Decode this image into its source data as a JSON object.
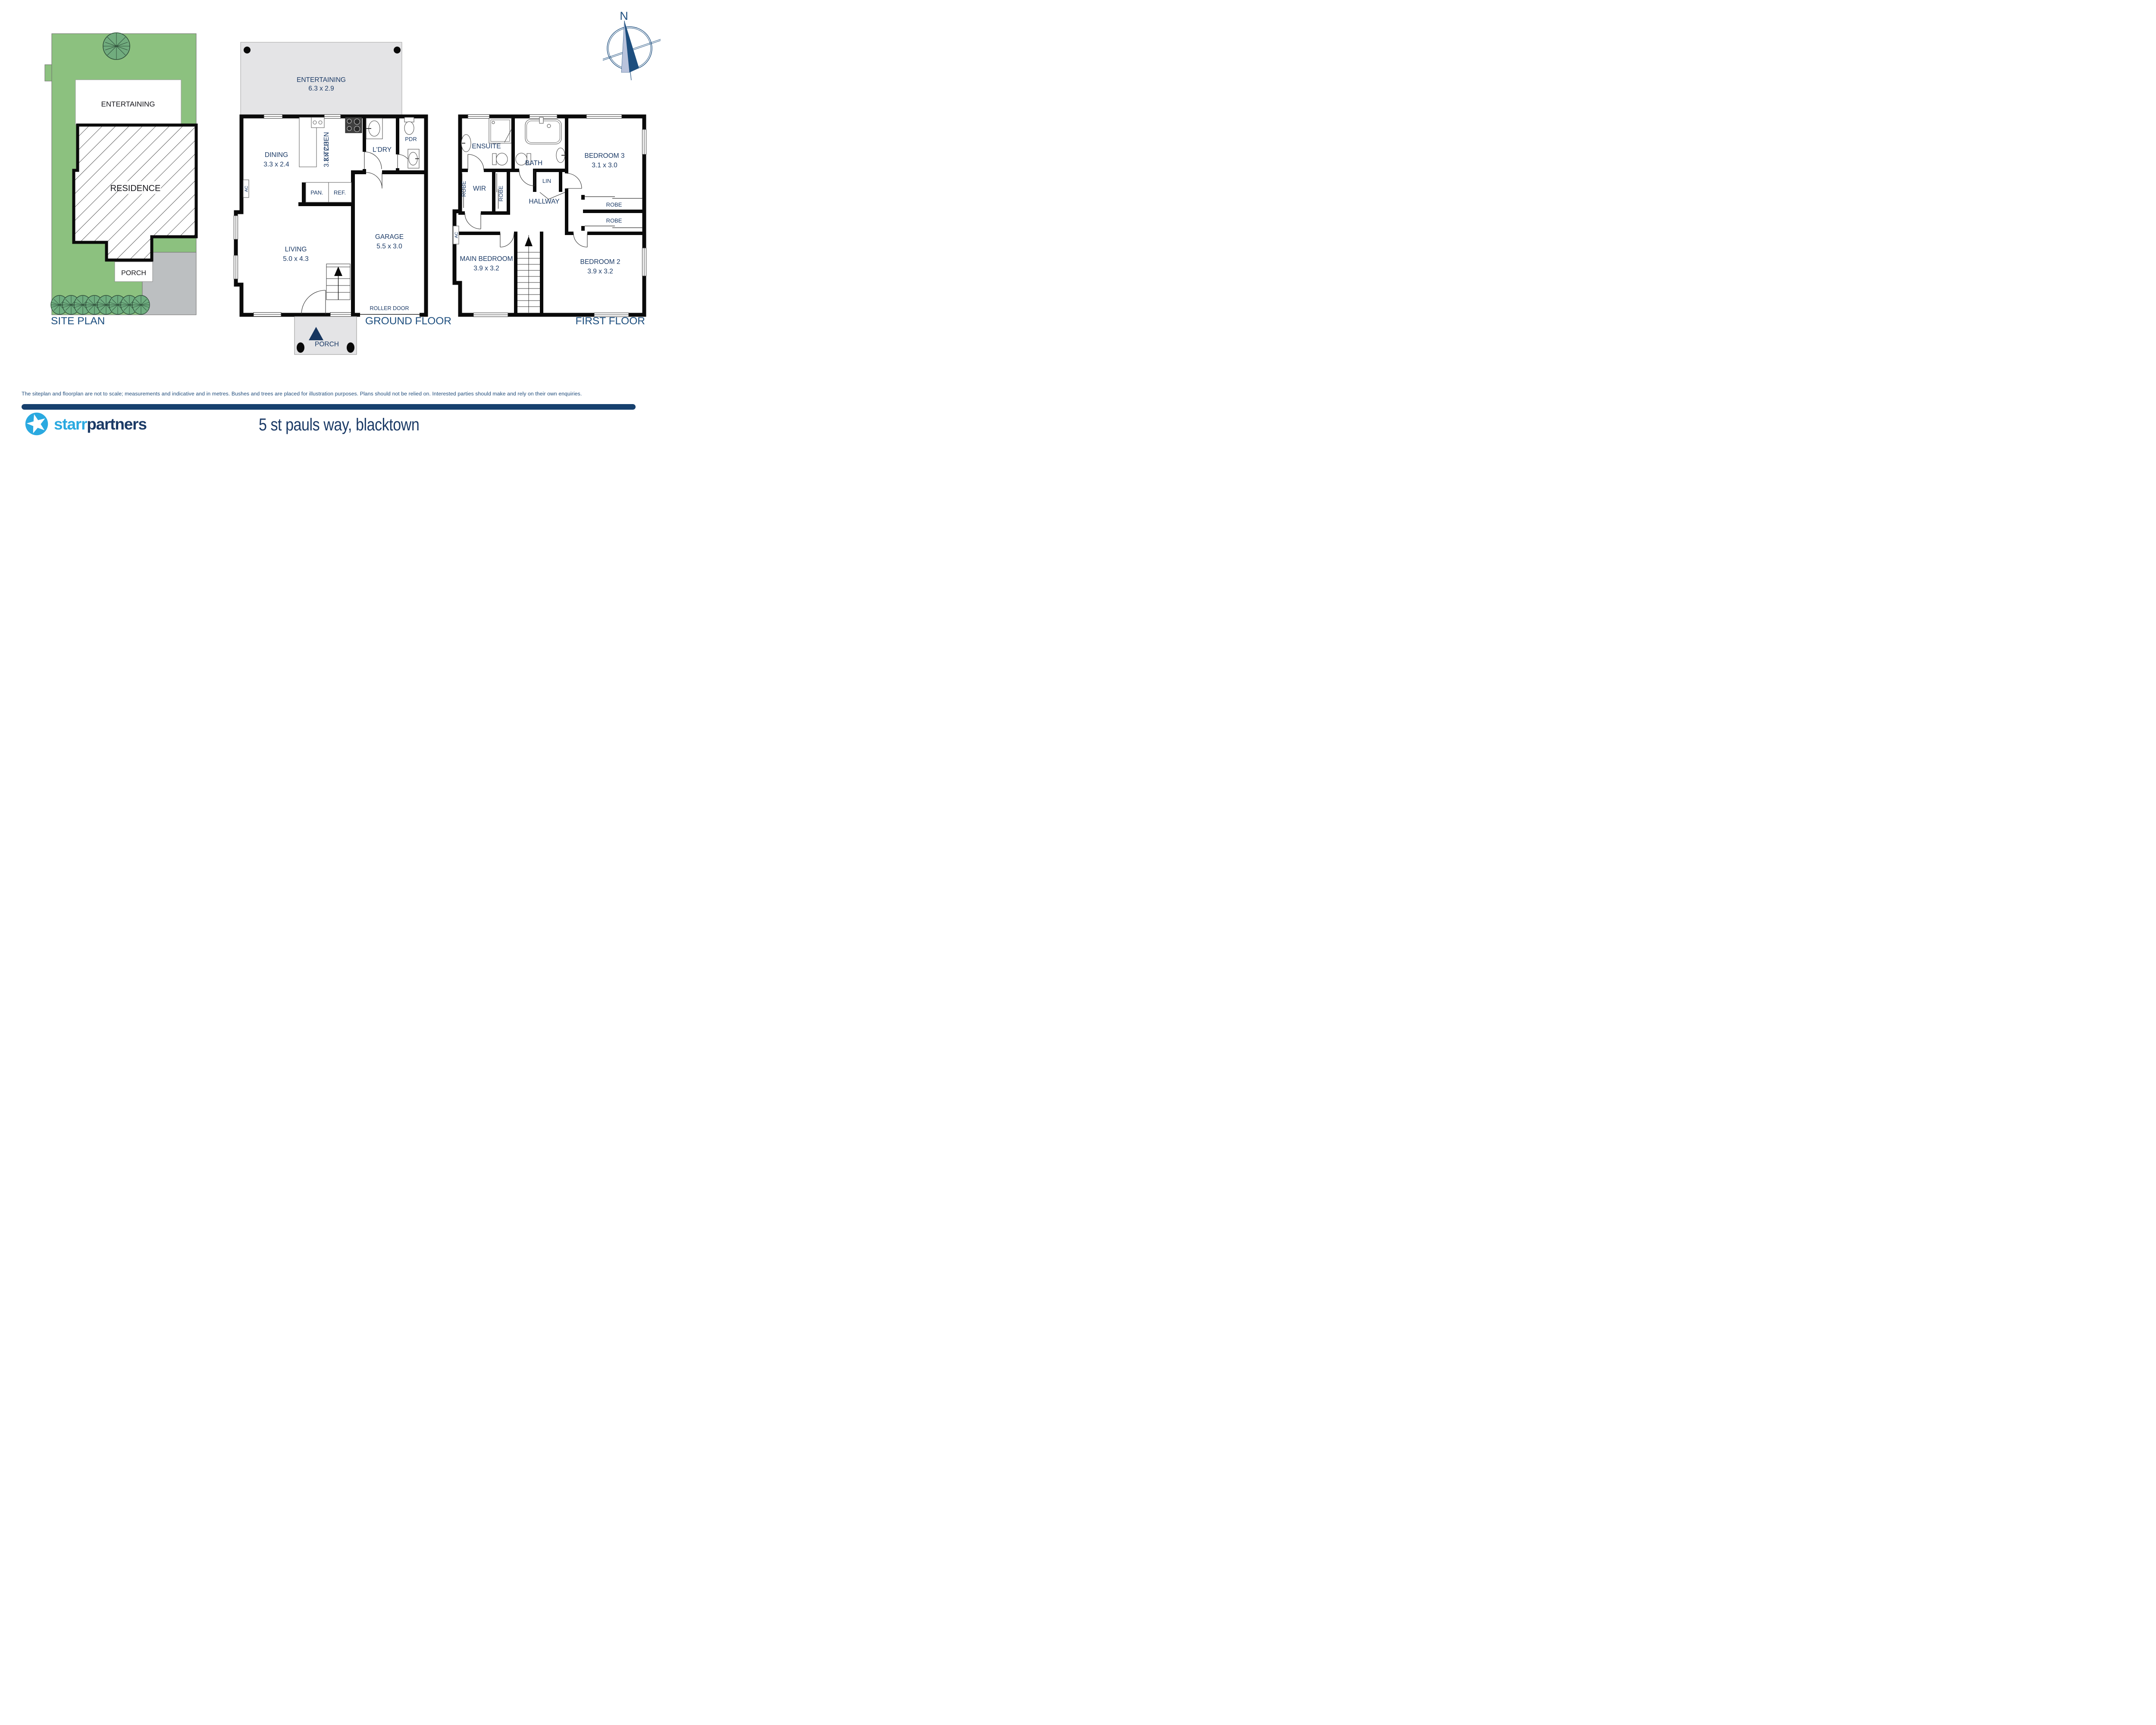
{
  "compass": {
    "label": "N"
  },
  "site_plan": {
    "title": "SITE PLAN",
    "entertaining_label": "ENTERTAINING",
    "residence_label": "RESIDENCE",
    "porch_label": "PORCH"
  },
  "ground_floor": {
    "title": "GROUND FLOOR",
    "entertaining": {
      "label": "ENTERTAINING",
      "dims": "6.3 x 2.9"
    },
    "dining": {
      "label": "DINING",
      "dims": "3.3 x 2.4"
    },
    "kitchen": {
      "label": "KITCHEN",
      "dims": "3.3 x 2.3"
    },
    "laundry": {
      "label": "L'DRY"
    },
    "powder": {
      "label": "PDR"
    },
    "pantry": {
      "label": "PAN."
    },
    "fridge": {
      "label": "REF."
    },
    "ac": {
      "label": "AC"
    },
    "living": {
      "label": "LIVING",
      "dims": "5.0 x 4.3"
    },
    "garage": {
      "label": "GARAGE",
      "dims": "5.5 x 3.0"
    },
    "roller_door": {
      "label": "ROLLER DOOR"
    },
    "porch": {
      "label": "PORCH"
    }
  },
  "first_floor": {
    "title": "FIRST FLOOR",
    "ensuite": {
      "label": "ENSUITE"
    },
    "bath": {
      "label": "BATH"
    },
    "bedroom3": {
      "label": "BEDROOM 3",
      "dims": "3.1 x 3.0"
    },
    "wir": {
      "label": "WIR"
    },
    "robe_wall": {
      "label": "ROBE"
    },
    "robe_mid": {
      "label": "ROBE"
    },
    "lin": {
      "label": "LIN"
    },
    "hallway": {
      "label": "HALLWAY"
    },
    "robe_bed3": {
      "label": "ROBE"
    },
    "robe_bed2": {
      "label": "ROBE"
    },
    "ac": {
      "label": "AC"
    },
    "main_bedroom": {
      "label": "MAIN BEDROOM",
      "dims": "3.9 x 3.2"
    },
    "bedroom2": {
      "label": "BEDROOM 2",
      "dims": "3.9 x 3.2"
    }
  },
  "footer": {
    "disclaimer": "The siteplan and floorplan are not to scale; measurements and indicative and in metres. Bushes and trees are placed for illustration purposes. Plans should not be relied on. Interested parties should make and rely on their own enquiries.",
    "address": "5 st pauls way, blacktown",
    "brand": {
      "first": "starr",
      "second": "partners"
    }
  },
  "colors": {
    "room_label_navy": "#1b3a66",
    "title_blue": "#1d4e7e",
    "wall_black": "#0a0a0a",
    "site_green": "#8cc17f",
    "bush_green": "#6fae80",
    "driveway_gray": "#bcbfc1",
    "deck_gray": "#e4e4e6",
    "logo_blue": "#2aa9e0",
    "footer_bar_navy": "#16406e",
    "compass_light": "#b9c3dc"
  }
}
